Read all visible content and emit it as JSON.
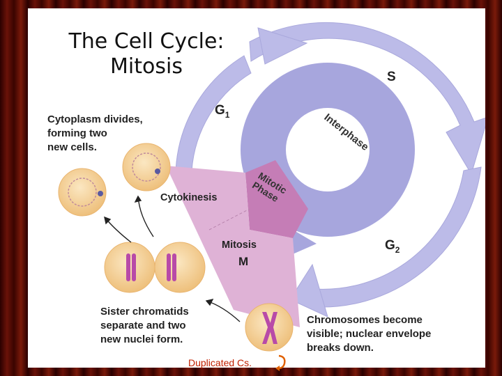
{
  "slide": {
    "title_line1": "The Cell Cycle:",
    "title_line2": "Mitosis"
  },
  "diagram": {
    "phase_s": "S",
    "phase_g1": "G",
    "phase_g1_sub": "1",
    "phase_g2": "G",
    "phase_g2_sub": "2",
    "interphase": "Interphase",
    "mitotic_phase_line1": "Mitotic",
    "mitotic_phase_line2": "Phase",
    "cytokinesis": "Cytokinesis",
    "mitosis": "Mitosis",
    "mitosis_letter": "M",
    "cytoplasm_note": [
      "Cytoplasm divides,",
      "forming two",
      "new cells."
    ],
    "sister_note": [
      "Sister chromatids",
      "separate and two",
      "new nuclei form."
    ],
    "chromosome_note": [
      "Chromosomes become",
      "visible; nuclear envelope",
      "breaks down."
    ],
    "colors": {
      "interphase_outer": "#b9b8e6",
      "interphase_inner": "#9b9ad6",
      "mitotic_band": "#c77fb8",
      "cytokinesis_band": "#dfb0d6",
      "cell_fill": "#f6d8a2",
      "chromosome": "#b84aa8"
    }
  },
  "footer": {
    "note": "Duplicated Cs.",
    "return_icon": "return-arrow-icon"
  }
}
